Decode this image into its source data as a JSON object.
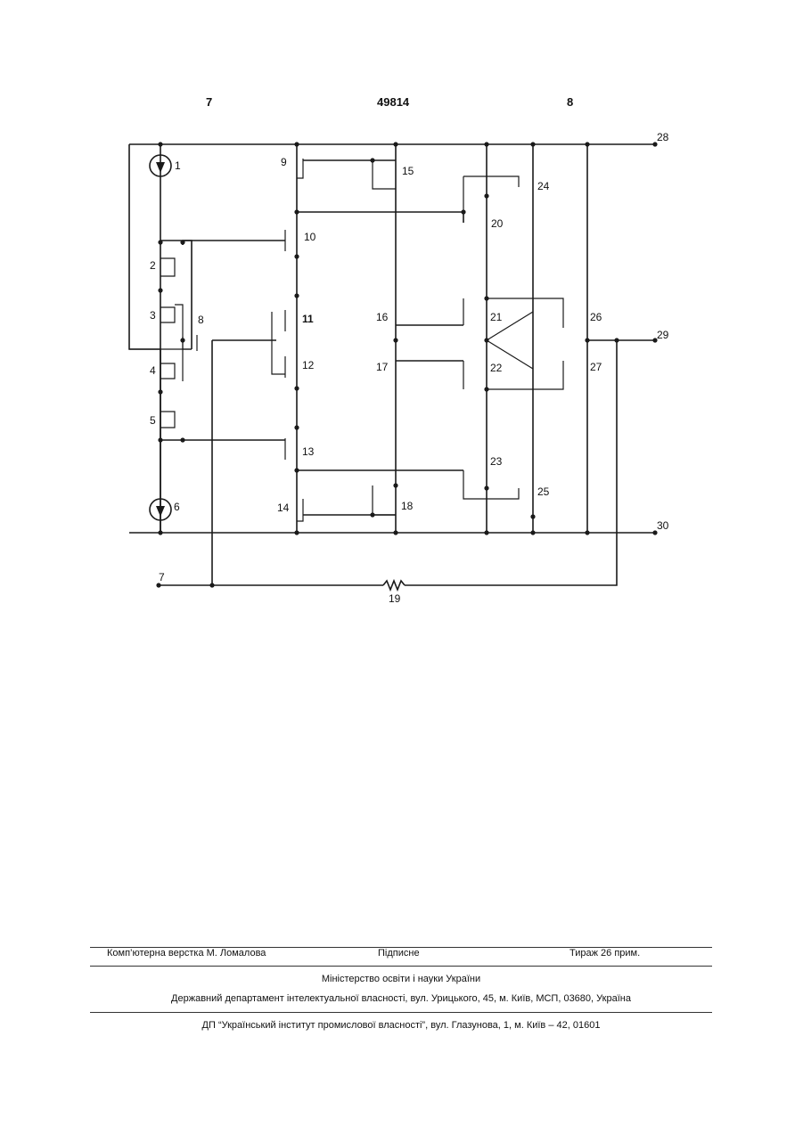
{
  "header": {
    "left_page": "7",
    "patent_number": "49814",
    "right_page": "8"
  },
  "schematic": {
    "components": [
      "1",
      "2",
      "3",
      "4",
      "5",
      "6",
      "8",
      "9",
      "10",
      "11",
      "12",
      "13",
      "14",
      "15",
      "16",
      "17",
      "18",
      "19",
      "20",
      "21",
      "22",
      "23",
      "24",
      "25",
      "26",
      "27"
    ],
    "terminals": {
      "supply": "28",
      "output": "29",
      "ground": "30",
      "input": "7"
    }
  },
  "footer": {
    "layout": "Комп’ютерна верстка М. Ломалова",
    "signed": "Підписне",
    "copies": "Тираж 26 прим.",
    "ministry": "Міністерство освіти і науки України",
    "department": "Державний департамент інтелектуальної власності, вул. Урицького, 45, м. Київ, МСП, 03680, Україна",
    "institute": "ДП “Український інститут промислової власності”, вул. Глазунова, 1, м. Київ – 42, 01601"
  }
}
